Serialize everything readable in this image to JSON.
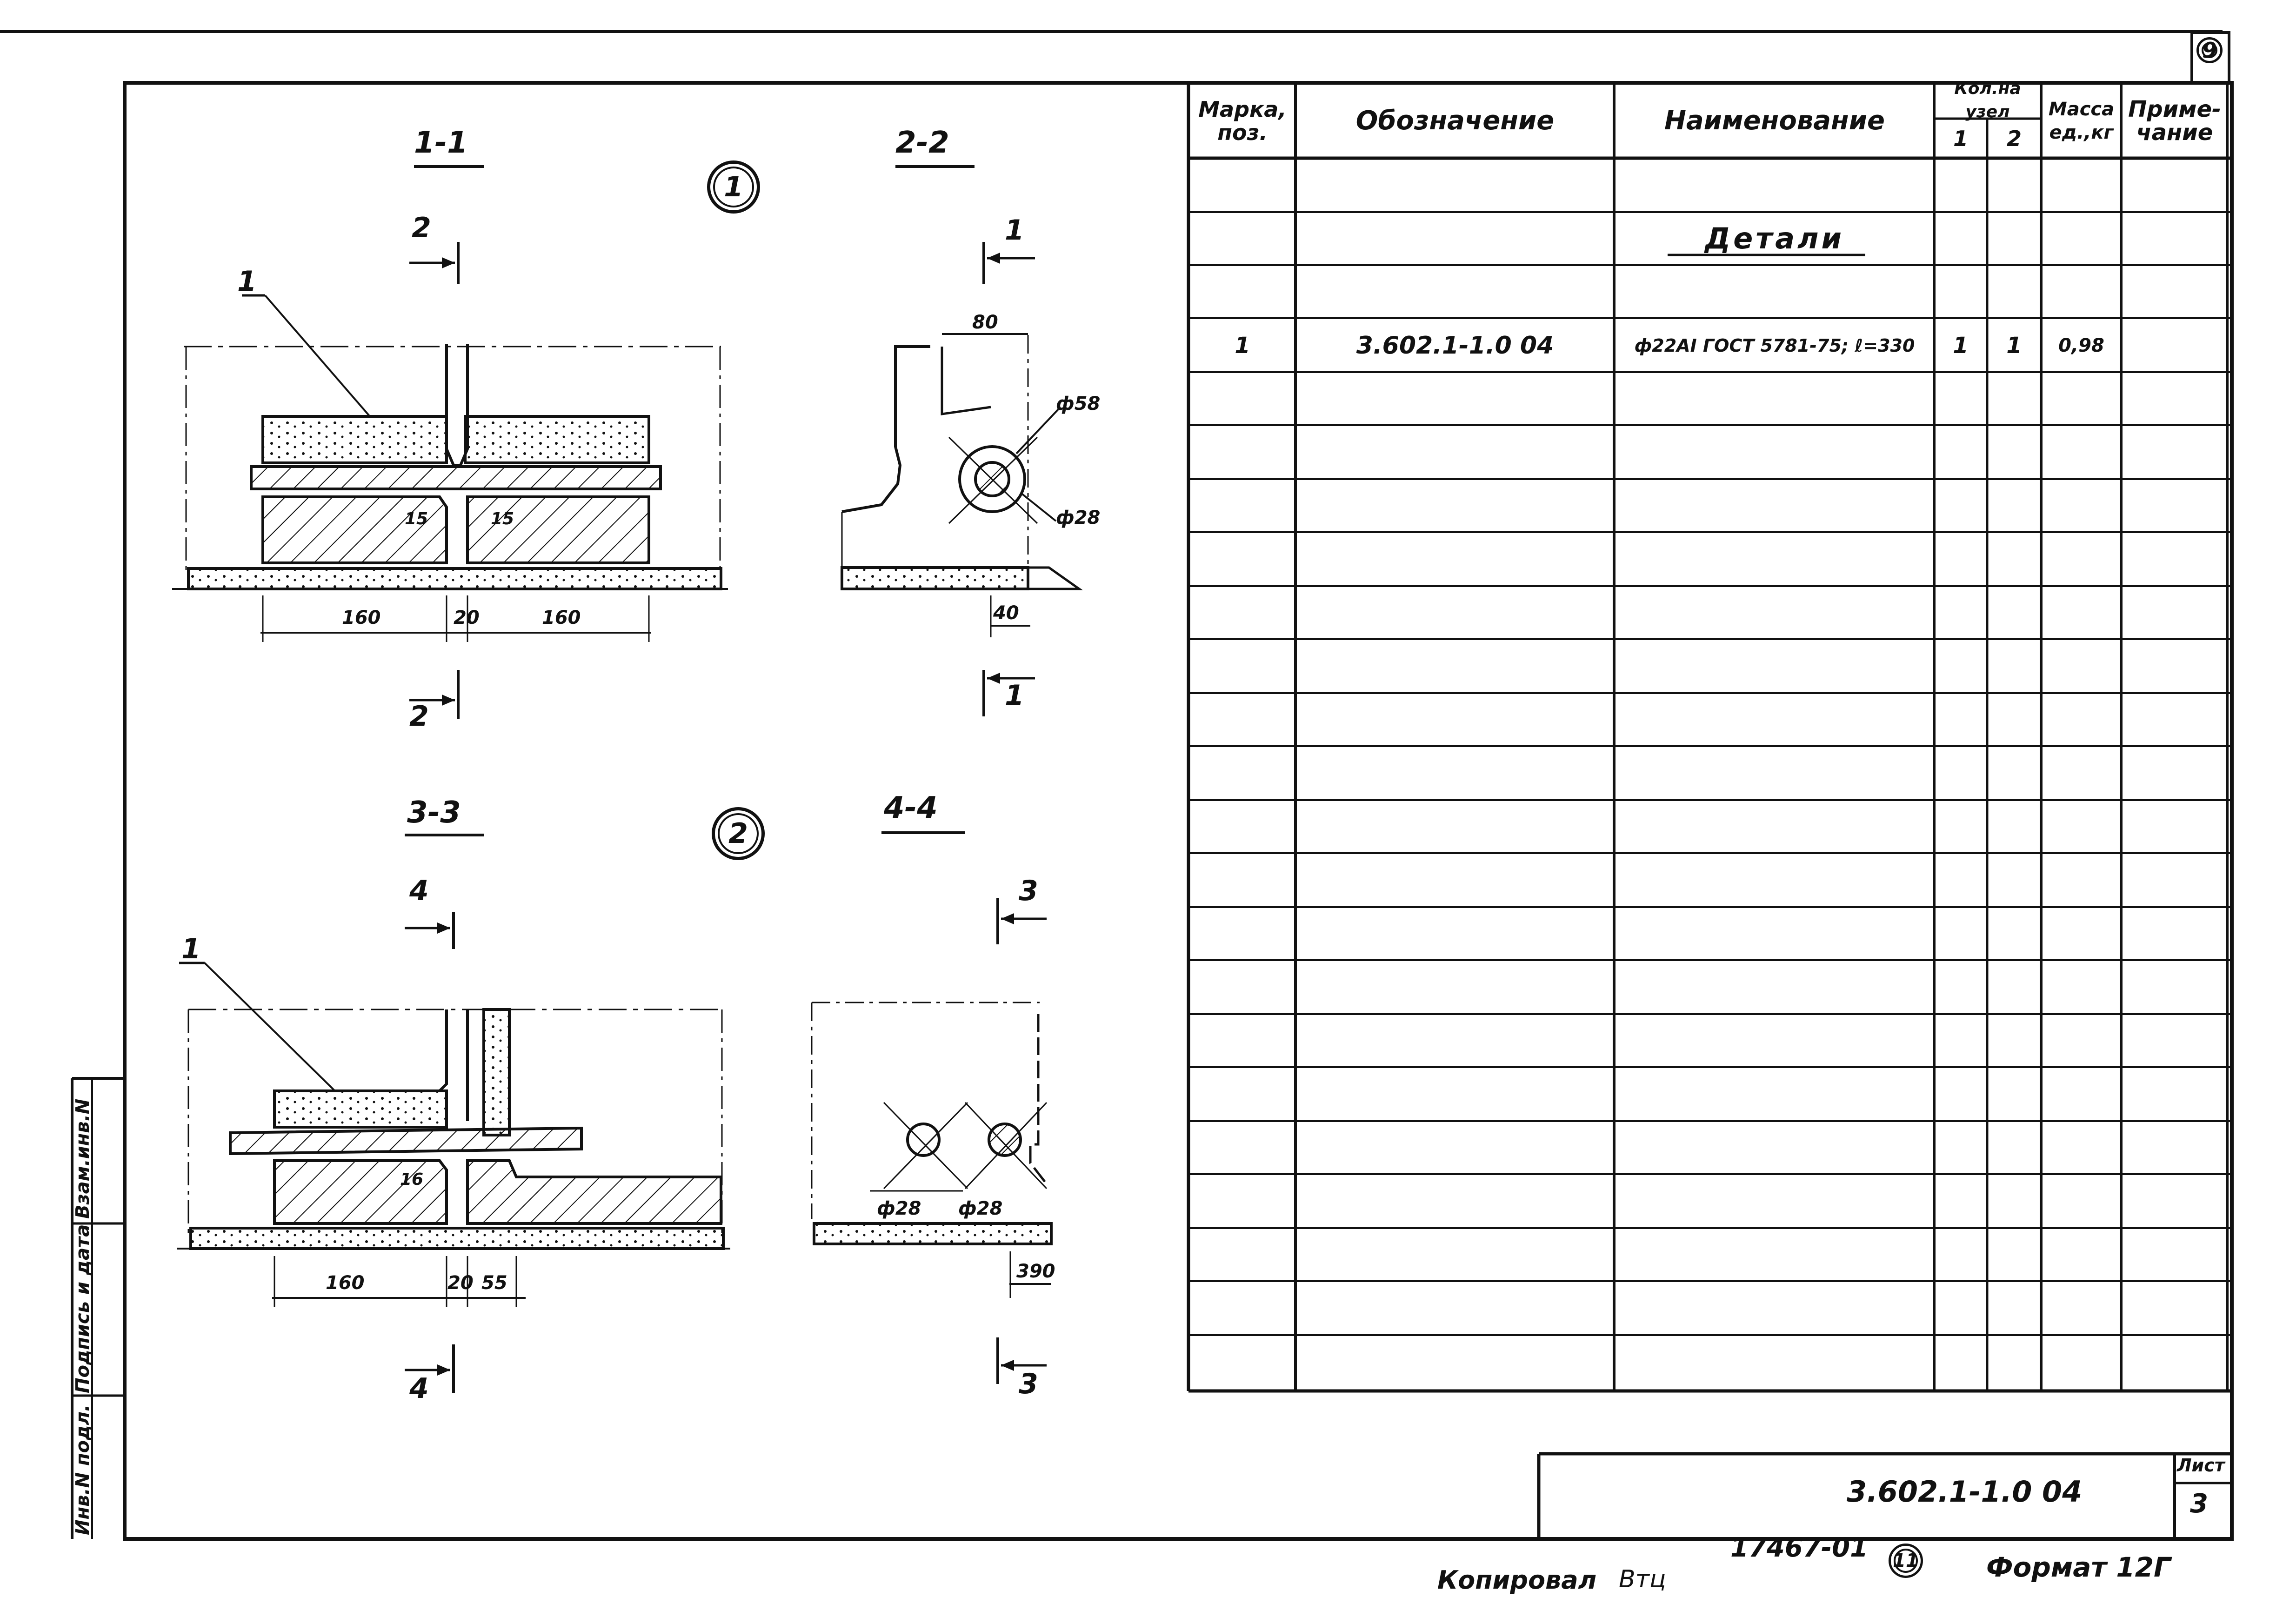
{
  "sheet_number": "9",
  "sections": {
    "s11": "1-1",
    "s22": "2-2",
    "s33": "3-3",
    "s44": "4-4",
    "node1": "1",
    "node2": "2"
  },
  "cut_marks": [
    "2",
    "2",
    "1",
    "1",
    "4",
    "4",
    "3",
    "3"
  ],
  "position_labels": [
    "1",
    "1"
  ],
  "dims": {
    "d160a": "160",
    "d20a": "20",
    "d160b": "160",
    "d15a": "15",
    "d15b": "15",
    "d80": "80",
    "d40": "40",
    "phi58": "ф58",
    "phi28a": "ф28",
    "d160c": "160",
    "d20b": "20",
    "d55": "55",
    "d16": "16",
    "phi28b": "ф28",
    "phi28c": "ф28",
    "d390": "390"
  },
  "table": {
    "headers": {
      "mark": "Марка, поз.",
      "designation": "Обозначение",
      "name": "Наименование",
      "qty": "Кол.на узел",
      "qty1": "1",
      "qty2": "2",
      "mass": "Масса ед.,кг",
      "note": "Приме- чание"
    },
    "group_title": "Детали",
    "rows": [
      {
        "mark": "1",
        "designation": "3.602.1-1.0 04",
        "name": "ф22AI ГОСТ 5781-75; ℓ=330",
        "q1": "1",
        "q2": "1",
        "mass": "0,98",
        "note": ""
      }
    ]
  },
  "side_stamp": {
    "inv": "Инв.N подл.",
    "sign": "Подпись и дата",
    "vzam": "Взам.инв.N"
  },
  "title_block": {
    "code": "3.602.1-1.0 04",
    "sheet_label": "Лист",
    "sheet_value": "3"
  },
  "footer": {
    "order": "17467-01",
    "circled": "11",
    "copied": "Копировал",
    "signature": "Втц",
    "format": "Формат 12Г"
  }
}
